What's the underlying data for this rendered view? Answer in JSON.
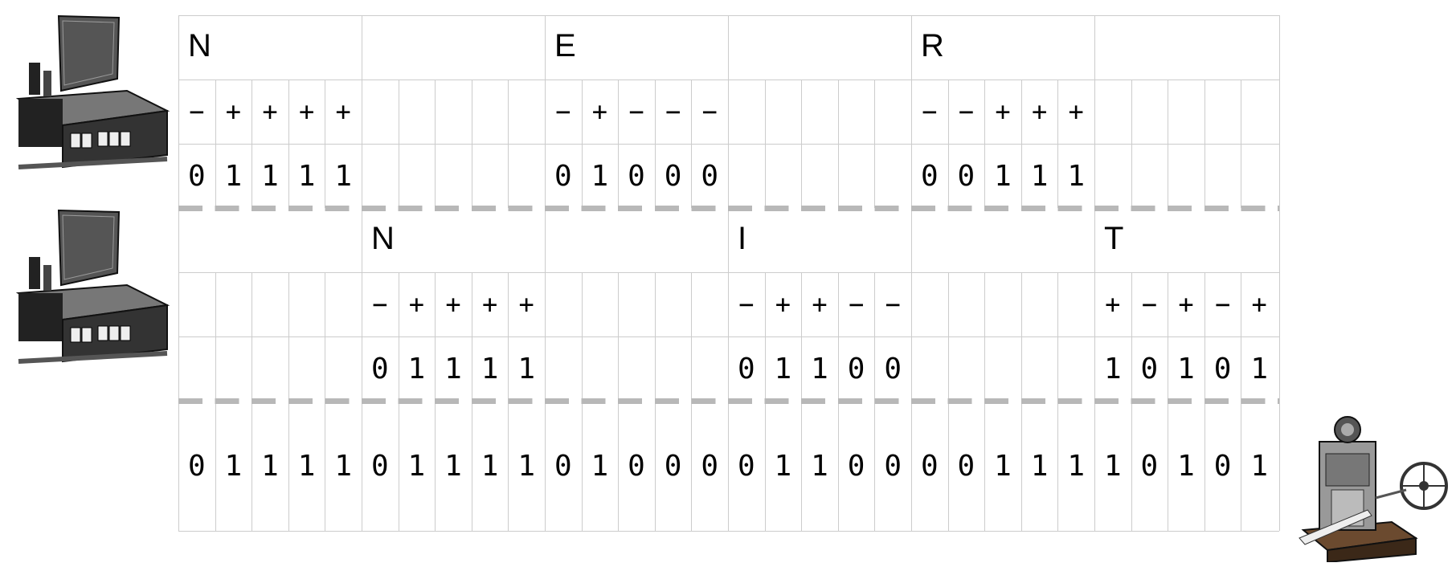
{
  "transmitters": [
    {
      "name": "transmitter-1",
      "chars": [
        {
          "letter": "N",
          "signs": [
            "−",
            "+",
            "+",
            "+",
            "+"
          ],
          "bits": [
            "0",
            "1",
            "1",
            "1",
            "1"
          ],
          "slot": 0
        },
        {
          "letter": "E",
          "signs": [
            "−",
            "+",
            "−",
            "−",
            "−"
          ],
          "bits": [
            "0",
            "1",
            "0",
            "0",
            "0"
          ],
          "slot": 2
        },
        {
          "letter": "R",
          "signs": [
            "−",
            "−",
            "+",
            "+",
            "+"
          ],
          "bits": [
            "0",
            "0",
            "1",
            "1",
            "1"
          ],
          "slot": 4
        }
      ]
    },
    {
      "name": "transmitter-2",
      "chars": [
        {
          "letter": "N",
          "signs": [
            "−",
            "+",
            "+",
            "+",
            "+"
          ],
          "bits": [
            "0",
            "1",
            "1",
            "1",
            "1"
          ],
          "slot": 1
        },
        {
          "letter": "I",
          "signs": [
            "−",
            "+",
            "+",
            "−",
            "−"
          ],
          "bits": [
            "0",
            "1",
            "1",
            "0",
            "0"
          ],
          "slot": 3
        },
        {
          "letter": "T",
          "signs": [
            "+",
            "−",
            "+",
            "−",
            "+"
          ],
          "bits": [
            "1",
            "0",
            "1",
            "0",
            "1"
          ],
          "slot": 5
        }
      ]
    }
  ],
  "combined_bits": [
    "0",
    "1",
    "1",
    "1",
    "1",
    "0",
    "1",
    "1",
    "1",
    "1",
    "0",
    "1",
    "0",
    "0",
    "0",
    "0",
    "1",
    "1",
    "0",
    "0",
    "0",
    "0",
    "1",
    "1",
    "1",
    "1",
    "0",
    "1",
    "0",
    "1"
  ],
  "colors": {
    "grid_line": "#cccccc",
    "dash": "#b8b8b8",
    "text": "#000000"
  },
  "icons": {
    "transmitter": "typewriter-keyboard-icon",
    "receiver": "telegraph-printer-icon"
  }
}
